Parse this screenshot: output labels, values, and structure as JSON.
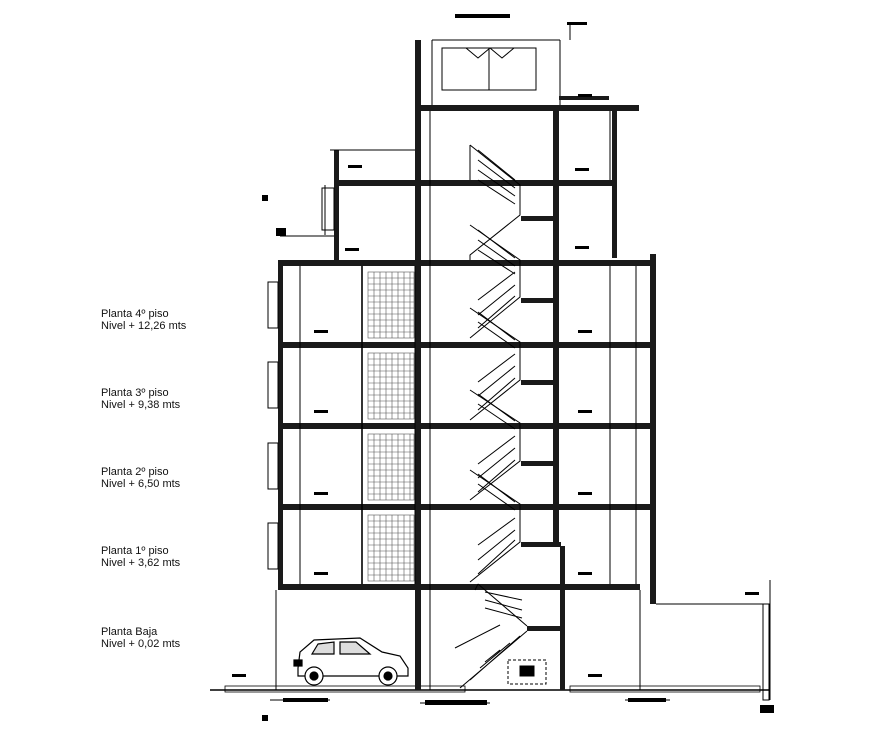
{
  "levels": [
    {
      "name": "Planta 4º piso",
      "level": "Nivel + 12,26 mts"
    },
    {
      "name": "Planta 3º piso",
      "level": "Nivel + 9,38 mts"
    },
    {
      "name": "Planta 2º piso",
      "level": "Nivel + 6,50 mts"
    },
    {
      "name": "Planta 1º piso",
      "level": "Nivel + 3,62 mts"
    },
    {
      "name": "Planta Baja",
      "level": "Nivel + 0,02 mts"
    }
  ],
  "colors": {
    "line": "#000000",
    "background": "#ffffff",
    "hatch": "#555555"
  }
}
